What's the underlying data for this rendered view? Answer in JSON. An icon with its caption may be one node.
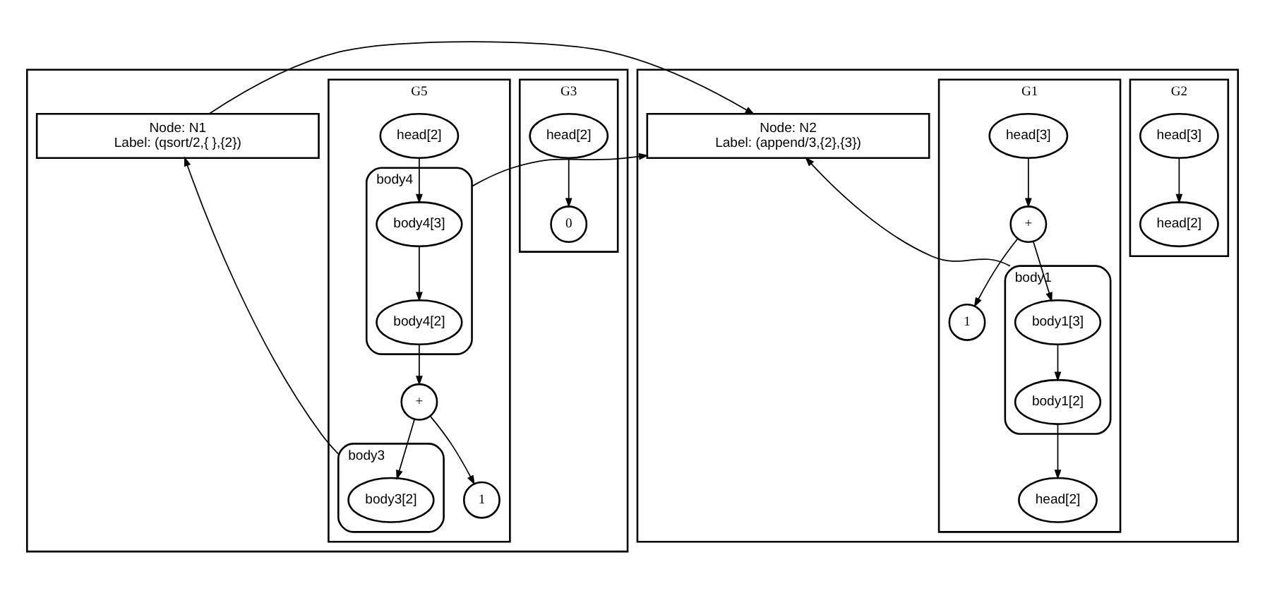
{
  "diagram": {
    "nodes": [
      {
        "text": [],
        "shape": "box"
      },
      {
        "text": [
          "Node: N1",
          "Label: (qsort/2,{ },{2})"
        ],
        "in": 0
      },
      {
        "text": [
          "G3"
        ],
        "in": 0
      },
      {
        "text": [
          "0"
        ],
        "in": 2
      },
      {
        "text": [
          "head[2]"
        ],
        "in": 2
      },
      {
        "text": [
          "G5"
        ],
        "in": 0
      },
      {
        "text": [
          "body3"
        ],
        "in": 5
      },
      {
        "text": [
          "body3[2]"
        ],
        "in": 6
      },
      {
        "text": [
          "head[2]"
        ],
        "in": 5
      },
      {
        "text": [
          "+"
        ],
        "in": 5
      },
      {
        "text": [
          "1"
        ],
        "in": 5
      },
      {
        "text": [
          "body4"
        ],
        "in": 5
      },
      {
        "text": [
          "body4[2]"
        ],
        "in": 11
      },
      {
        "text": [
          "body4[3]"
        ],
        "in": 11
      },
      {
        "text": [],
        "shape": "box"
      },
      {
        "text": [
          "Node: N2",
          "Label: (append/3,{2},{3})"
        ],
        "in": 14
      },
      {
        "text": [
          "G2"
        ],
        "in": 14
      },
      {
        "text": [
          "head[2]"
        ],
        "in": 16
      },
      {
        "text": [
          "head[3]"
        ],
        "in": 16
      },
      {
        "text": [
          "G1"
        ],
        "in": 14
      },
      {
        "text": [
          "head[2]"
        ],
        "in": 19
      },
      {
        "text": [
          "head[3]"
        ],
        "in": 19
      },
      {
        "text": [
          "+"
        ],
        "in": 19
      },
      {
        "text": [
          "1"
        ],
        "in": 19
      },
      {
        "text": [
          "body1"
        ],
        "in": 19
      },
      {
        "text": [
          "body1[2]"
        ],
        "in": 24
      },
      {
        "text": [
          "body1[3]"
        ],
        "in": 24
      }
    ],
    "edges": [
      {
        "from": 4,
        "to": 3,
        "arrow": "to"
      },
      {
        "from": 6,
        "to": 1,
        "arrow": "to"
      },
      {
        "from": 9,
        "to": 7,
        "arrow": "to"
      },
      {
        "from": 9,
        "to": 10,
        "arrow": "to"
      },
      {
        "from": 12,
        "to": 9,
        "arrow": "to"
      },
      {
        "from": 8,
        "to": 13,
        "arrow": "to"
      },
      {
        "from": 13,
        "to": 12,
        "arrow": "to"
      },
      {
        "from": 11,
        "to": 15,
        "arrow": "to"
      },
      {
        "from": 1,
        "to": 15,
        "arrow": "to"
      },
      {
        "from": 18,
        "to": 17,
        "arrow": "to"
      },
      {
        "from": 21,
        "to": 22,
        "arrow": "to"
      },
      {
        "from": 22,
        "to": 23,
        "arrow": "to"
      },
      {
        "from": 22,
        "to": 26,
        "arrow": "to"
      },
      {
        "from": 26,
        "to": 25,
        "arrow": "to"
      },
      {
        "from": 25,
        "to": 20,
        "arrow": "to"
      },
      {
        "from": 24,
        "to": 15,
        "arrow": "to"
      }
    ]
  }
}
